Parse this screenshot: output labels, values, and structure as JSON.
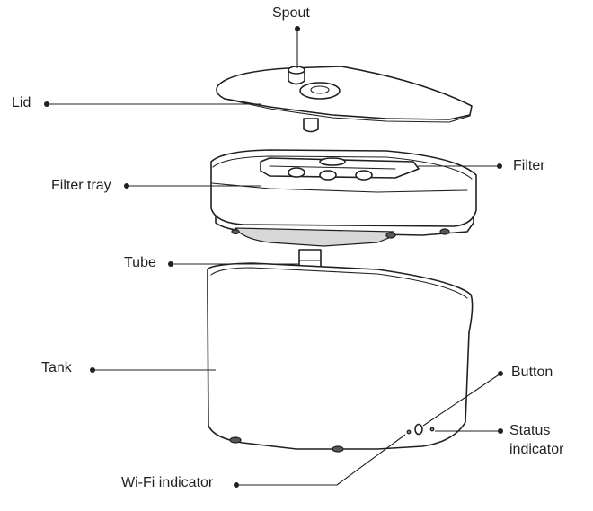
{
  "labels": {
    "spout": "Spout",
    "lid": "Lid",
    "filter": "Filter",
    "filter_tray": "Filter tray",
    "tube": "Tube",
    "tank": "Tank",
    "button": "Button",
    "status_indicator_line1": "Status",
    "status_indicator_line2": "indicator",
    "wifi_indicator": "Wi-Fi indicator"
  },
  "colors": {
    "line": "#231f20",
    "background": "#ffffff"
  }
}
